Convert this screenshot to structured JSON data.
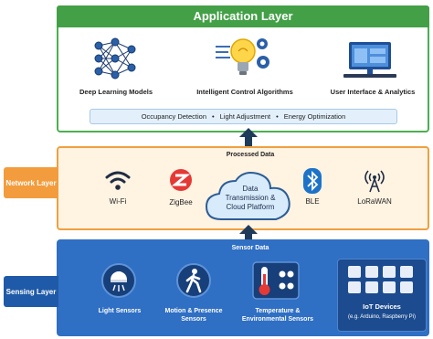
{
  "application_layer": {
    "title": "Application Layer",
    "items": [
      {
        "label": "Deep Learning Models",
        "icon": "neural-network-icon"
      },
      {
        "label": "Intelligent Control Algorithms",
        "icon": "lightbulb-gears-icon"
      },
      {
        "label": "User Interface & Analytics",
        "icon": "monitor-laptop-icon"
      }
    ],
    "banner": [
      "Occupancy Detection",
      "Light Adjustment",
      "Energy Optimization"
    ],
    "banner_separator": "•"
  },
  "flows": {
    "processed": "Processed Data",
    "sensor": "Sensor Data"
  },
  "network_layer": {
    "side_label": "Network Layer",
    "items": [
      {
        "label": "Wi-Fi",
        "icon": "wifi-icon"
      },
      {
        "label": "ZigBee",
        "icon": "zigbee-icon"
      },
      {
        "label": "BLE",
        "icon": "bluetooth-icon"
      },
      {
        "label": "LoRaWAN",
        "icon": "antenna-icon"
      }
    ],
    "cloud_lines": [
      "Data",
      "Transmission &",
      "Cloud Platform"
    ]
  },
  "sensing_layer": {
    "side_label": "Sensing Layer",
    "items": [
      {
        "label_lines": [
          "Light Sensors"
        ],
        "icon": "light-sensor-icon"
      },
      {
        "label_lines": [
          "Motion & Presence",
          "Sensors"
        ],
        "icon": "walking-person-icon"
      },
      {
        "label_lines": [
          "Temperature &",
          "Environmental Sensors"
        ],
        "icon": "thermometer-icon"
      }
    ],
    "iot": {
      "title": "IoT Devices",
      "subtitle": "(e.g. Arduino, Raspberry Pi)",
      "icon": "iot-devices-icon"
    }
  },
  "colors": {
    "application": "#43a047",
    "network": "#f39c3d",
    "sensing": "#2f6fc4",
    "arrow": "#1f3b5a"
  }
}
